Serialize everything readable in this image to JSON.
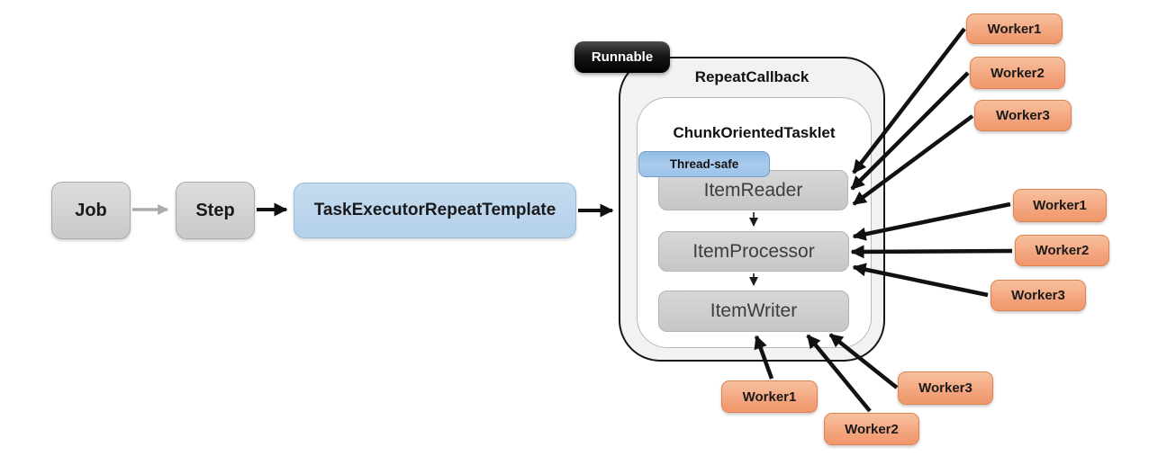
{
  "flow": {
    "job": "Job",
    "step": "Step",
    "template": "TaskExecutorRepeatTemplate"
  },
  "runnable_badge": "Runnable",
  "repeat_callback": {
    "title": "RepeatCallback"
  },
  "tasklet": {
    "title": "ChunkOrientedTasklet",
    "thread_safe_badge": "Thread-safe",
    "item_reader": "ItemReader",
    "item_processor": "ItemProcessor",
    "item_writer": "ItemWriter"
  },
  "workers": {
    "reader": [
      "Worker1",
      "Worker2",
      "Worker3"
    ],
    "processor": [
      "Worker1",
      "Worker2",
      "Worker3"
    ],
    "writer": [
      "Worker1",
      "Worker2",
      "Worker3"
    ]
  },
  "colors": {
    "gray_box": "#cdcdcd",
    "blue_box": "#bdd7ee",
    "thread_safe_badge": "#9dc3e6",
    "worker_box": "#f4a87e",
    "worker_border": "#e0824f",
    "container_fill": "#f2f2f2",
    "container_border": "#161616",
    "runnable_fill": "#0a0a0a",
    "arrow_black": "#111111",
    "arrow_gray": "#ababab"
  }
}
